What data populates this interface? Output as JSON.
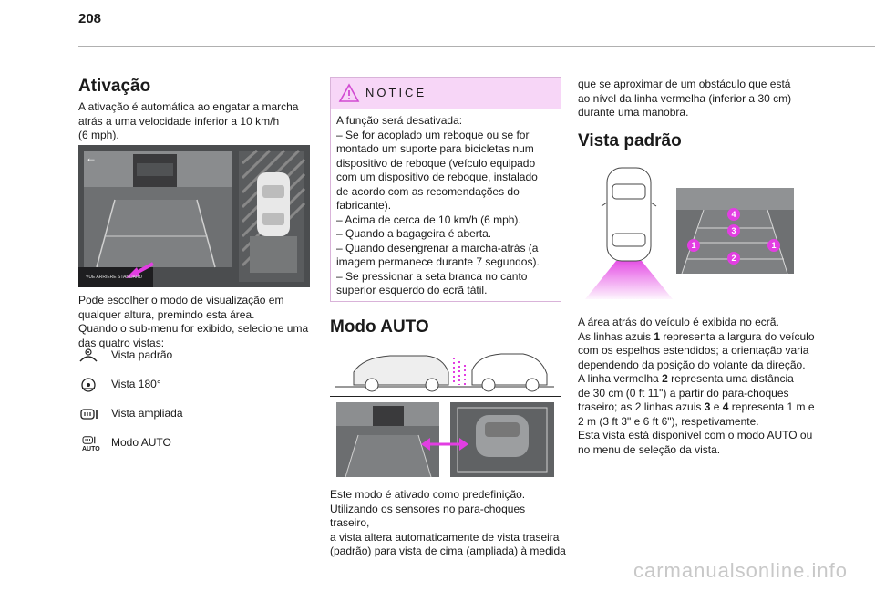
{
  "page_number": "208",
  "col1": {
    "heading": "Ativação",
    "intro": [
      "A ativação é automática ao engatar a marcha",
      "atrás a uma velocidade inferior a 10 km/h",
      "(6 mph)."
    ],
    "screen_label": "VUE ARRIERE STANDARD",
    "after": [
      "Pode escolher o modo de visualização em",
      "qualquer altura, premindo esta área.",
      "Quando o sub-menu for exibido, selecione uma",
      "das quatro vistas:"
    ],
    "options": [
      {
        "label": "Vista padrão",
        "icon": "standard-view-icon"
      },
      {
        "label": "Vista 180°",
        "icon": "view-180-icon"
      },
      {
        "label": "Vista ampliada",
        "icon": "zoom-view-icon"
      },
      {
        "label": "Modo AUTO",
        "icon": "auto-mode-icon",
        "icon_text": "AUTO"
      }
    ]
  },
  "notice": {
    "title": "NOTICE",
    "lines": [
      "A função será desativada:",
      "–  Se for acoplado um reboque ou se for",
      "montado um suporte para bicicletas num",
      "dispositivo de reboque (veículo equipado",
      "com um dispositivo de reboque, instalado",
      "de acordo com as recomendações do",
      "fabricante).",
      "–  Acima de cerca de 10 km/h (6 mph).",
      "–  Quando a bagageira é aberta.",
      "–  Quando desengrenar a marcha-atrás (a",
      "imagem permanece durante 7 segundos).",
      "–  Se pressionar a seta branca no canto",
      "superior esquerdo do ecrã tátil."
    ]
  },
  "col2": {
    "heading": "Modo AUTO",
    "text": [
      "Este modo é ativado como predefinição.",
      "Utilizando os sensores no para-choques traseiro,",
      "a vista altera automaticamente de vista traseira",
      "(padrão) para vista de cima (ampliada) à medida"
    ]
  },
  "col3": {
    "top_text": [
      "que se aproximar de um obstáculo que está",
      "ao nível da linha vermelha (inferior a 30 cm)",
      "durante uma manobra."
    ],
    "heading": "Vista padrão",
    "markers": [
      "4",
      "3",
      "1",
      "1",
      "2"
    ],
    "text": [
      {
        "t": "A área atrás do veículo é exibida no ecrã."
      },
      {
        "t": "As linhas azuis ",
        "b": "1",
        "r": " representa a largura do veículo"
      },
      {
        "t": "com os espelhos estendidos; a orientação varia"
      },
      {
        "t": "dependendo da posição do volante da direção."
      },
      {
        "t": "A linha vermelha ",
        "b": "2",
        "r": " representa uma distância"
      },
      {
        "t": "de 30 cm (0 ft 11\") a partir do para-choques"
      },
      {
        "t": "traseiro; as 2 linhas azuis ",
        "b": "3",
        "m": " e ",
        "b2": "4",
        "r": " representa 1 m e"
      },
      {
        "t": "2 m (3 ft 3\" e 6 ft 6\"), respetivamente."
      },
      {
        "t": "Esta vista está disponível com o modo AUTO ou"
      },
      {
        "t": "no menu de seleção da vista."
      }
    ]
  },
  "watermark": "carmanualsonline.info",
  "colors": {
    "magenta": "#e23ee2",
    "notice_bg": "#f7d6f7"
  }
}
